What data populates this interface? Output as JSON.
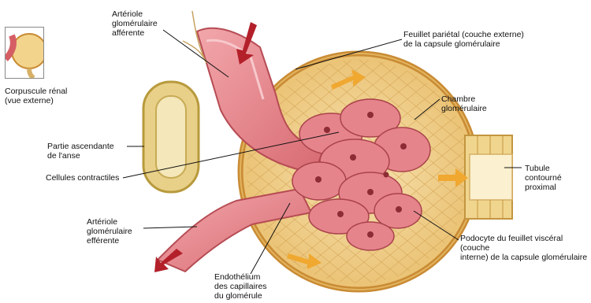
{
  "labels": {
    "inset_caption": "Corpuscule rénal\n(vue externe)",
    "afferent": "Artériole\nglomérulaire\nafférente",
    "parietal": "Feuillet pariétal (couche externe)\nde la capsule glomérulaire",
    "chamber": "Chambre\nglomérulaire",
    "ascending": "Partie ascendante\nde l'anse",
    "contractile": "Cellules contractiles",
    "proximal": "Tubule\ncontourné\nproximal",
    "efferent": "Artériole\nglomérulaire\nefférente",
    "podocyte": "Podocyte du feuillet viscéral (couche\ninterne) de la capsule glomérulaire",
    "endothelium": "Endothélium\ndes capillaires\ndu glomérule"
  },
  "colors": {
    "capsule_fill": "#f2d79a",
    "capsule_wall": "#d9a24a",
    "vessel": "#e07f86",
    "vessel_dark": "#c9565e",
    "arrow_red": "#b3202a",
    "flow_arrow": "#f0a830"
  }
}
